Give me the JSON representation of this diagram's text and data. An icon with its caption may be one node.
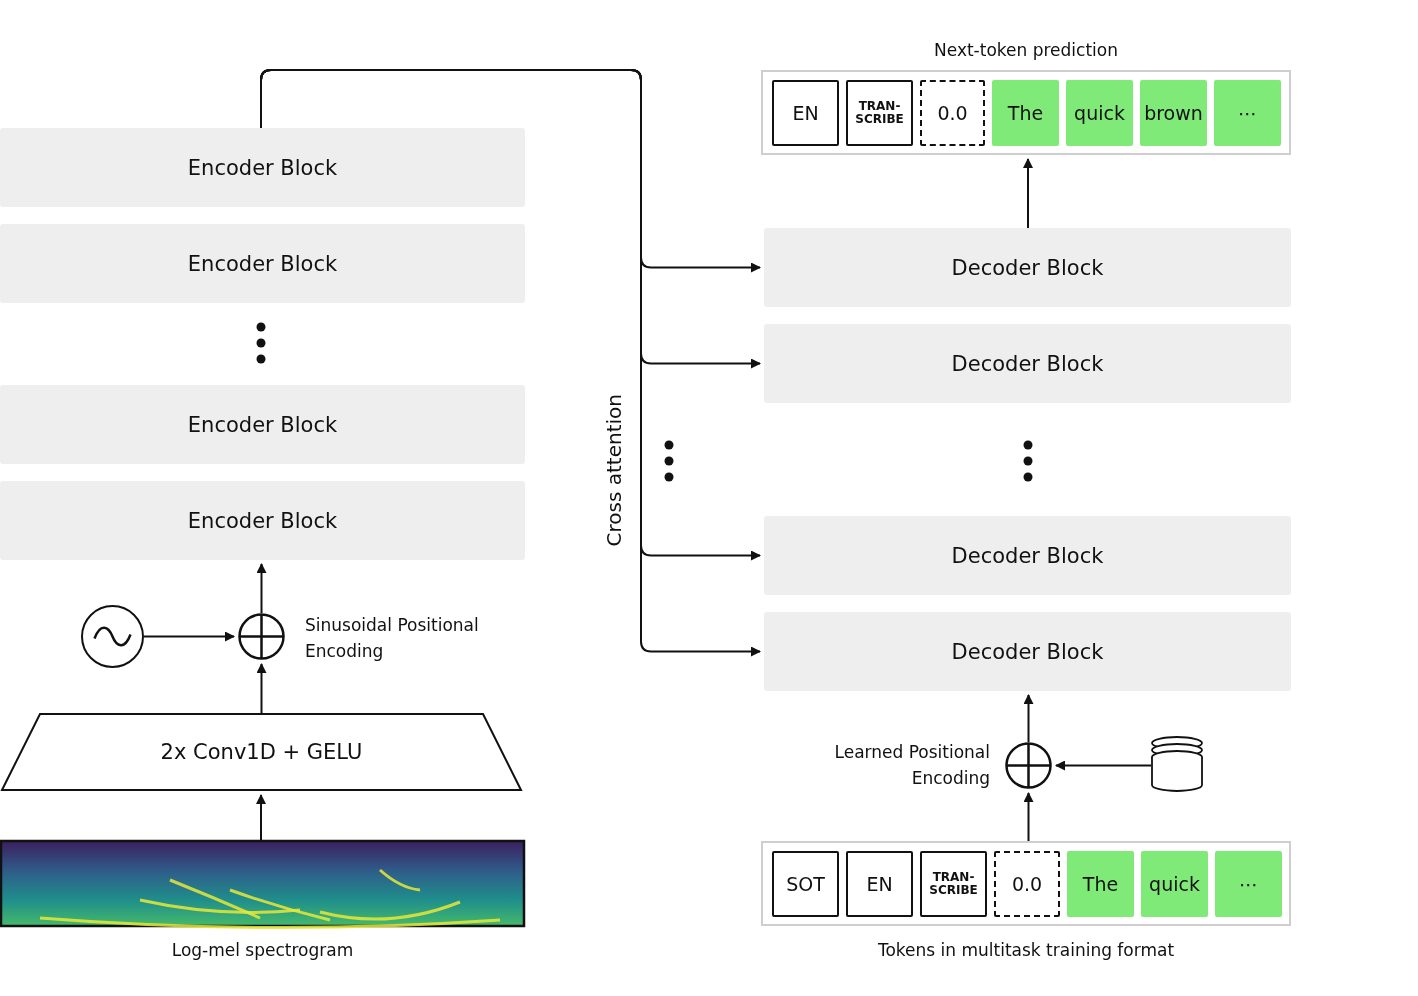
{
  "diagram": {
    "nodes": [
      {
        "text": [
          "Encoder Block"
        ]
      },
      {
        "text": [
          "Encoder Block"
        ]
      },
      {
        "text": [
          "Encoder Block"
        ]
      },
      {
        "text": [
          "Encoder Block"
        ]
      },
      {
        "text": [],
        "shape": "circle"
      },
      {
        "text": [],
        "shape": "circle",
        "beside": [
          "Sinusoidal Positional Encoding"
        ]
      },
      {
        "text": [
          "2x Conv1D + GELU"
        ]
      },
      {
        "text": [],
        "shape": "picture",
        "beside": [
          "Log-mel spectrogram"
        ]
      },
      {
        "text": [],
        "shape": "box",
        "beside": [
          "Next-token prediction"
        ]
      },
      {
        "text": [
          "EN"
        ],
        "in": 8
      },
      {
        "text": [
          "TRAN- SCRIBE"
        ],
        "in": 8
      },
      {
        "text": [
          "0.0"
        ],
        "in": 8
      },
      {
        "text": [
          "The"
        ],
        "in": 8
      },
      {
        "text": [
          "quick"
        ],
        "in": 8
      },
      {
        "text": [
          "brown"
        ],
        "in": 8
      },
      {
        "text": [
          "⋯"
        ],
        "in": 8
      },
      {
        "text": [
          "Decoder Block"
        ]
      },
      {
        "text": [
          "Decoder Block"
        ]
      },
      {
        "text": [
          "Decoder Block"
        ]
      },
      {
        "text": [
          "Decoder Block"
        ]
      },
      {
        "text": [],
        "shape": "circle",
        "beside": [
          "Learned Positional Encoding"
        ]
      },
      {
        "text": [],
        "shape": "cylinder"
      },
      {
        "text": [],
        "shape": "box",
        "beside": [
          "Tokens in multitask training format"
        ]
      },
      {
        "text": [
          "SOT"
        ],
        "in": 22
      },
      {
        "text": [
          "EN"
        ],
        "in": 22
      },
      {
        "text": [
          "TRAN- SCRIBE"
        ],
        "in": 22
      },
      {
        "text": [
          "0.0"
        ],
        "in": 22
      },
      {
        "text": [
          "The"
        ],
        "in": 22
      },
      {
        "text": [
          "quick"
        ],
        "in": 22
      },
      {
        "text": [
          "⋯"
        ],
        "in": 22
      }
    ],
    "edges": [
      {
        "from": 0,
        "to": 16,
        "arrow": "to"
      },
      {
        "from": 0,
        "to": 17,
        "arrow": "to"
      },
      {
        "from": 0,
        "to": 18,
        "arrow": "to"
      },
      {
        "from": 0,
        "to": 19,
        "arrow": "to"
      },
      {
        "from": 4,
        "to": 5,
        "arrow": "to"
      },
      {
        "from": 6,
        "to": 5,
        "arrow": "to"
      },
      {
        "from": 5,
        "to": 3,
        "arrow": "to"
      },
      {
        "from": 7,
        "to": 6,
        "arrow": "to"
      },
      {
        "from": 16,
        "to": 8,
        "arrow": "to"
      },
      {
        "from": 20,
        "to": 19,
        "arrow": "to"
      },
      {
        "from": 21,
        "to": 20,
        "arrow": "to"
      },
      {
        "from": 22,
        "to": 20,
        "arrow": "to"
      }
    ],
    "labels": [
      "Cross attention"
    ]
  }
}
